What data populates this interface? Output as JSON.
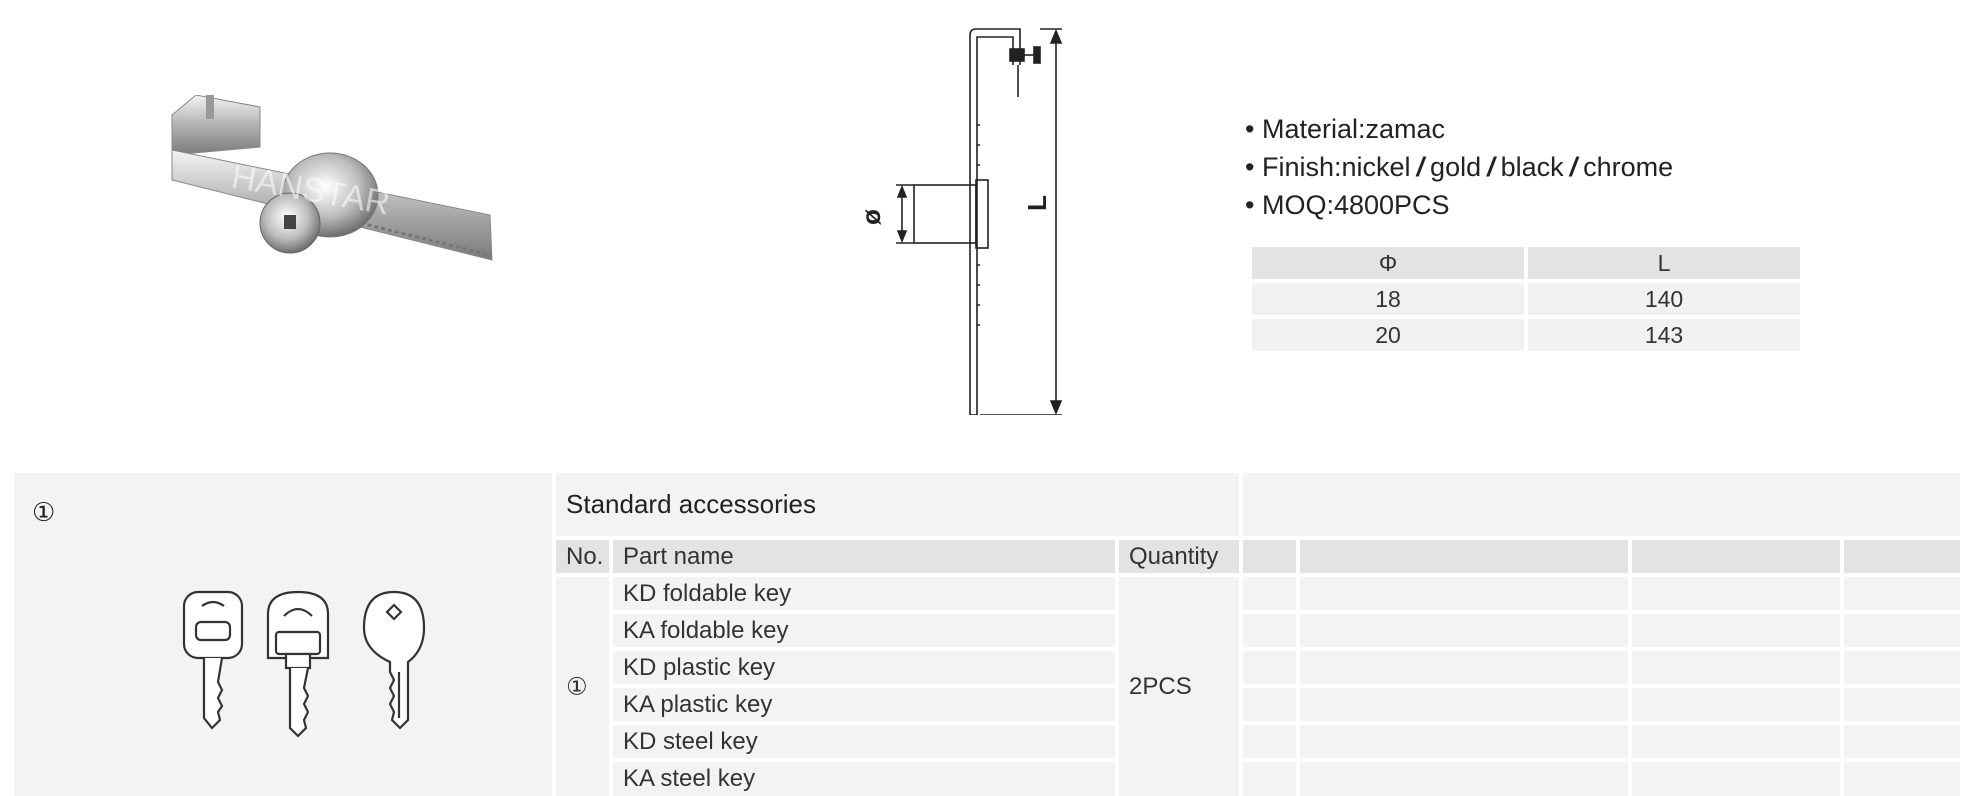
{
  "specs": {
    "material": "Material:zamac",
    "finish_prefix": "Finish:nickel",
    "finish_options": [
      "gold",
      "black",
      "chrome"
    ],
    "finish_separator": "/",
    "moq": "MOQ:4800PCS"
  },
  "drawing": {
    "dia_symbol": "ø",
    "length_symbol": "L"
  },
  "dimension_table": {
    "headers": [
      "Φ",
      "L"
    ],
    "rows": [
      [
        "18",
        "140"
      ],
      [
        "20",
        "143"
      ]
    ]
  },
  "photo": {
    "brand_watermark": "HANSTAR"
  },
  "accessories": {
    "group_marker": "①",
    "title": "Standard accessories",
    "columns": [
      "No.",
      "Part name",
      "Quantity"
    ],
    "item_no": "①",
    "items": [
      "KD foldable key",
      "KA foldable key",
      "KD plastic key",
      "KA plastic key",
      "KD steel key",
      "KA steel key"
    ],
    "quantity": "2PCS"
  }
}
